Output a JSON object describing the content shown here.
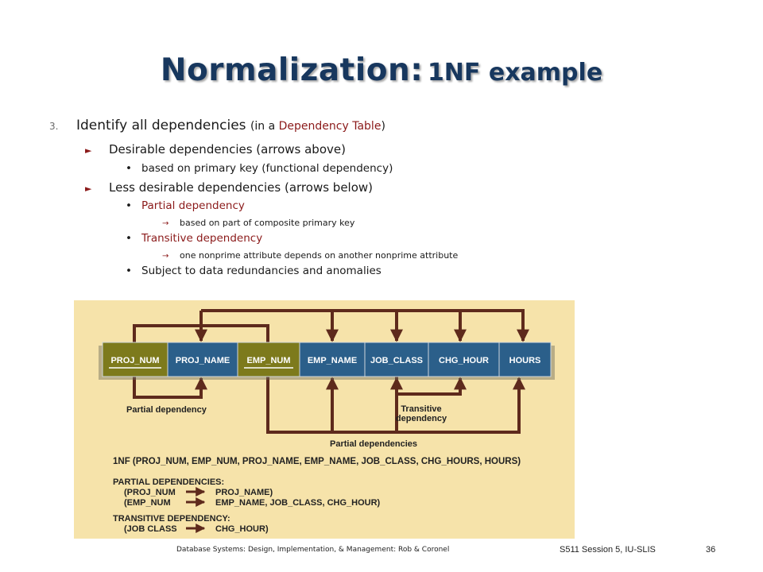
{
  "title": {
    "main": "Normalization:",
    "sub": "1NF example"
  },
  "step": {
    "number": "3.",
    "text": "Identify all dependencies",
    "paren_open": "(in a ",
    "paren_accent": "Dependency Table",
    "paren_close": ")"
  },
  "desirable": {
    "label": "Desirable dependencies (arrows above)",
    "items": [
      "based on primary key (functional dependency)"
    ]
  },
  "less_desirable": {
    "label": "Less desirable dependencies (arrows below)",
    "partial": {
      "label": "Partial dependency",
      "detail": "based on part of composite primary key"
    },
    "transitive": {
      "label": "Transitive dependency",
      "detail": "one nonprime attribute depends on another nonprime attribute"
    },
    "subject": "Subject to data redundancies and anomalies"
  },
  "figure": {
    "columns": [
      "PROJ_NUM",
      "PROJ_NAME",
      "EMP_NUM",
      "EMP_NAME",
      "JOB_CLASS",
      "CHG_HOUR",
      "HOURS"
    ],
    "labels": {
      "partial_dependency": "Partial dependency",
      "transitive_line1": "Transitive",
      "transitive_line2": "dependency",
      "partial_dependencies": "Partial dependencies"
    },
    "nf_line": "1NF (PROJ_NUM, EMP_NUM, PROJ_NAME, EMP_NAME, JOB_CLASS, CHG_HOURS, HOURS)",
    "partial_header": "PARTIAL DEPENDENCIES:",
    "partial_rows": [
      {
        "left": "(PROJ_NUM",
        "right": "PROJ_NAME)"
      },
      {
        "left": "(EMP_NUM",
        "right": "EMP_NAME, JOB_CLASS, CHG_HOUR)"
      }
    ],
    "transitive_header": "TRANSITIVE DEPENDENCY:",
    "transitive_rows": [
      {
        "left": "(JOB CLASS",
        "right": "CHG_HOUR)"
      }
    ],
    "colors": {
      "background": "#f6e3aa",
      "key_cell": "#7d7a1c",
      "nonkey_cell": "#2b5f8a",
      "arrow": "#5e2a1c"
    }
  },
  "footer": {
    "reference": "Database Systems: Design, Implementation, & Management: Rob & Coronel",
    "session": "S511 Session 5, IU-SLIS",
    "page": "36"
  }
}
